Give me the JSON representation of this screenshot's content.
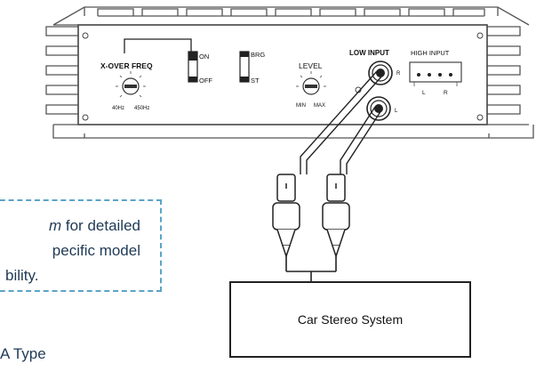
{
  "amplifier": {
    "xover_label": "X-OVER FREQ",
    "xover_min": "40Hz",
    "xover_max": "450Hz",
    "switch1_on": "ON",
    "switch1_off": "OFF",
    "switch2_brg": "BRG",
    "switch2_st": "ST",
    "level_label": "LEVEL",
    "level_min": "MIN",
    "level_max": "MAX",
    "low_input_label": "LOW INPUT",
    "low_input_r": "R",
    "low_input_l": "L",
    "high_input_label": "HIGH INPUT",
    "high_input_l": "L",
    "high_input_r": "R"
  },
  "note": {
    "line1_italic": "m",
    "line1_rest": " for detailed",
    "line2": "pecific model",
    "line3": "bility."
  },
  "type_label": "A Type",
  "stereo_label": "Car Stereo System"
}
